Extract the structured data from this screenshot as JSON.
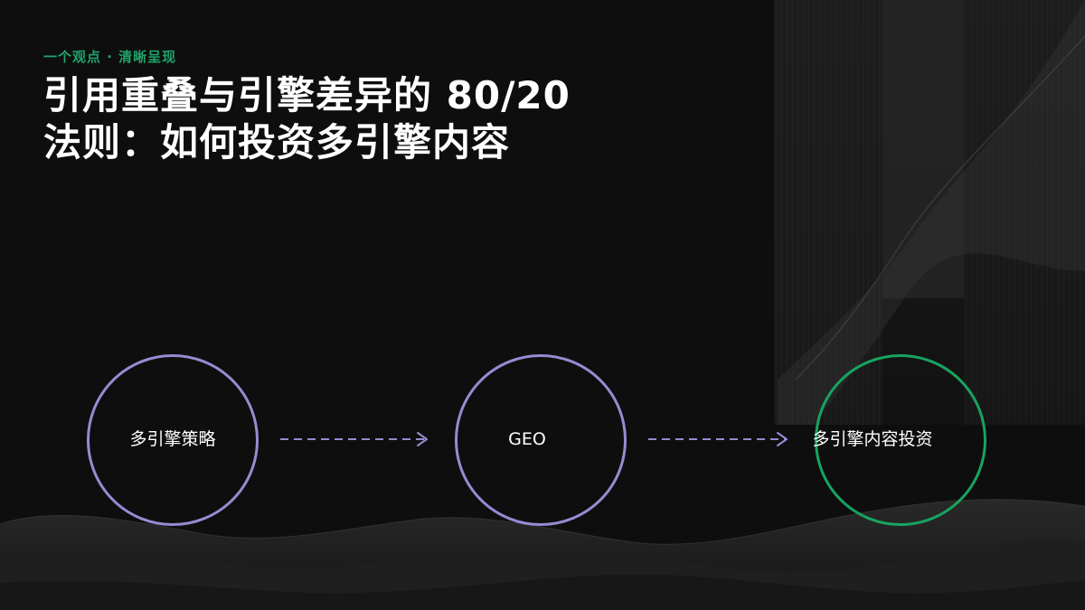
{
  "kicker": "一个观点 · 清晰呈现",
  "title": {
    "line1": "引用重叠与引擎差异的 80/20",
    "line2": "法则：如何投资多引擎内容"
  },
  "flow": {
    "nodes": [
      {
        "label": "多引擎策略"
      },
      {
        "label": "GEO"
      },
      {
        "label": "多引擎内容投资"
      }
    ]
  },
  "colors": {
    "background": "#0e0e0e",
    "kicker": "#1fa36a",
    "node_border": "#9a89d3",
    "accent_node_border": "#17a460",
    "arrow": "#9a89d3"
  }
}
